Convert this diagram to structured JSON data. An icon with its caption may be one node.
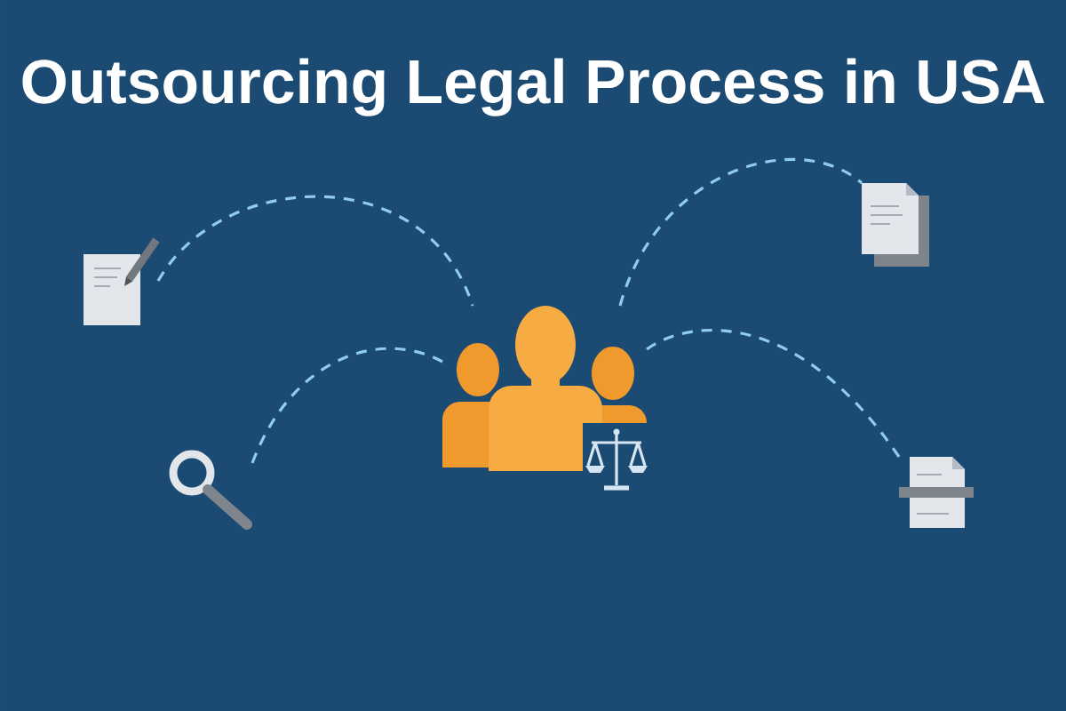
{
  "diagram": {
    "title": "Outsourcing Legal Process in USA",
    "nodes": [
      {
        "text": [],
        "shape": "picture"
      },
      {
        "text": [],
        "shape": "picture"
      },
      {
        "text": [],
        "shape": "picture"
      },
      {
        "text": [],
        "shape": "picture"
      },
      {
        "text": [],
        "shape": "picture"
      }
    ],
    "edges": [
      {
        "from": 0,
        "to": 2,
        "arrow": "none",
        "style": "dashed"
      },
      {
        "from": 1,
        "to": 2,
        "arrow": "none",
        "style": "dashed"
      },
      {
        "from": 2,
        "to": 3,
        "arrow": "none",
        "style": "dashed"
      },
      {
        "from": 2,
        "to": 4,
        "arrow": "none",
        "style": "dashed"
      }
    ]
  }
}
